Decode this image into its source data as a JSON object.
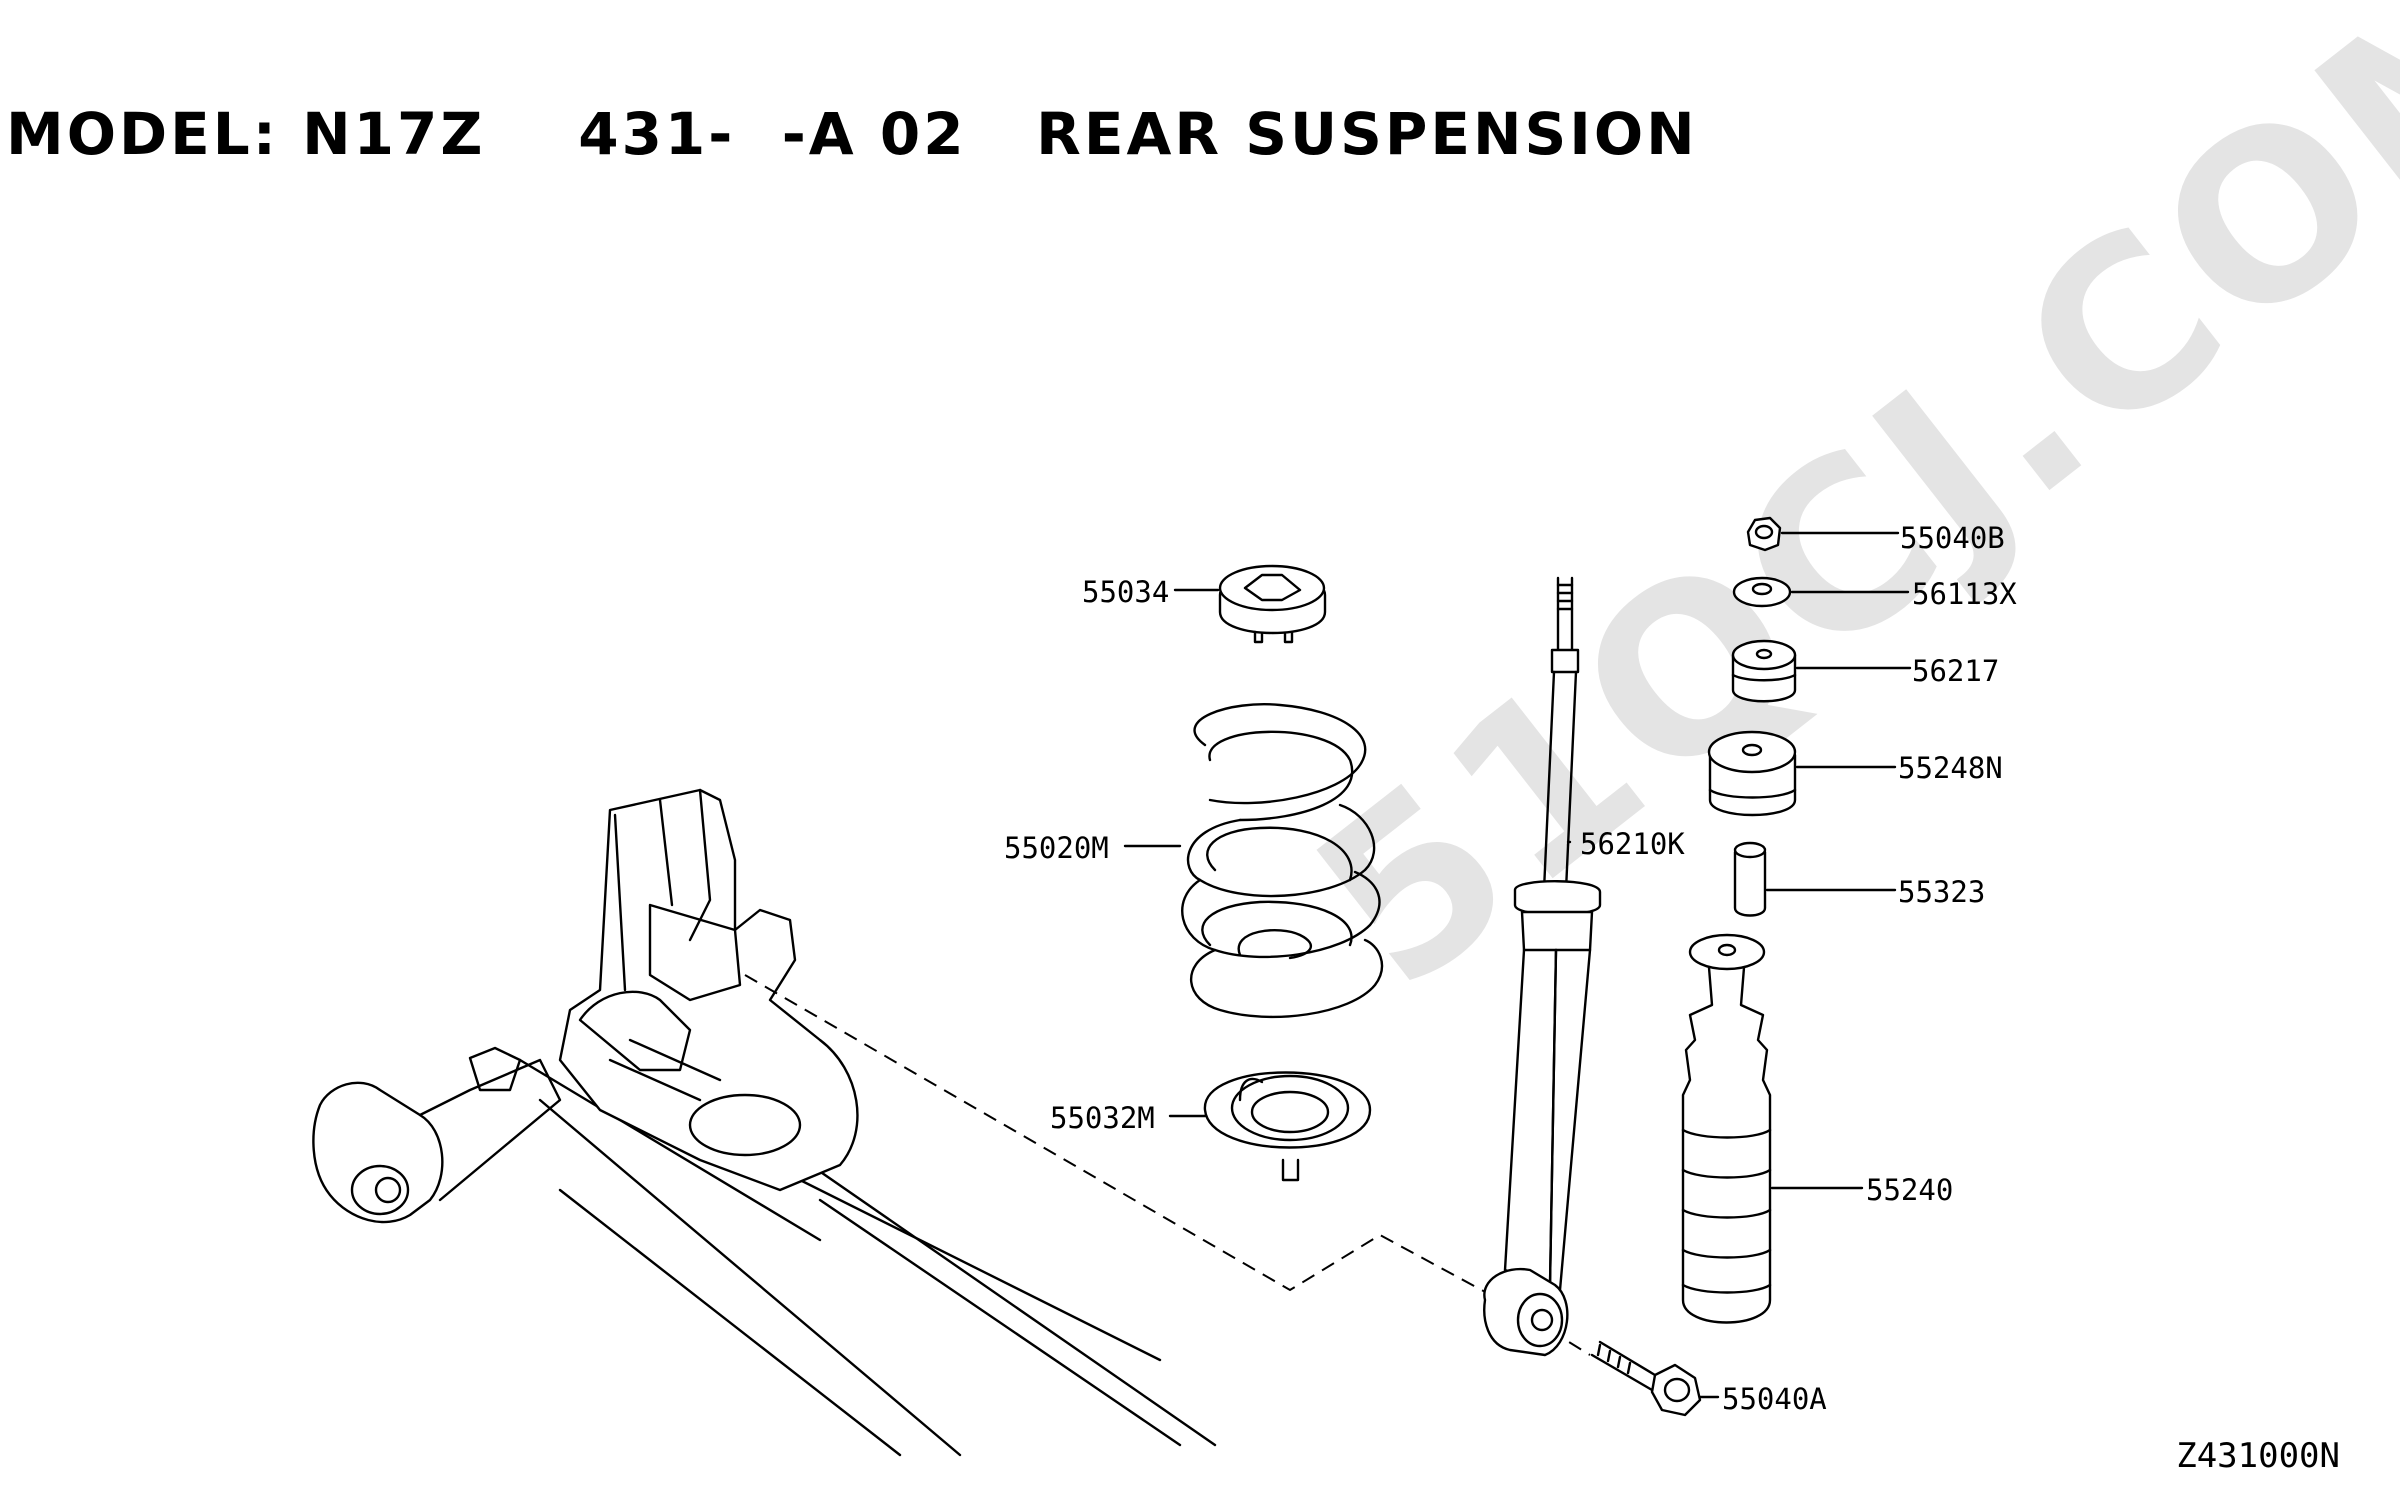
{
  "header": {
    "title": "MODEL: N17Z    431-  -A 02   REAR SUSPENSION"
  },
  "watermark": {
    "text": "51QCJ.COM"
  },
  "drawing_code": "Z431000N",
  "callouts": {
    "nut_55040B": "55040B",
    "washer_56113X": "56113X",
    "bushing_56217": "56217",
    "mount_55248N": "55248N",
    "spacer_55323": "55323",
    "bumper_55240": "55240",
    "shock_56210K": "56210K",
    "upper_seat_55034": "55034",
    "spring_55020M": "55020M",
    "lower_seat_55032M": "55032M",
    "bolt_55040A": "55040A"
  }
}
